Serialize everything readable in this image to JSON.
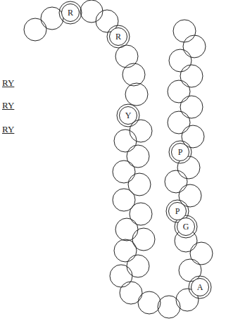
{
  "diagram": {
    "nodes": [
      {
        "text": [
          "R"
        ]
      },
      {
        "text": [
          "R"
        ]
      },
      {
        "text": [
          "Y"
        ]
      },
      {
        "text": [
          "P"
        ]
      },
      {
        "text": [
          "P"
        ]
      },
      {
        "text": [
          "G"
        ]
      },
      {
        "text": [
          "A"
        ]
      }
    ],
    "labels": [
      "RY",
      "RY",
      "RY"
    ]
  }
}
